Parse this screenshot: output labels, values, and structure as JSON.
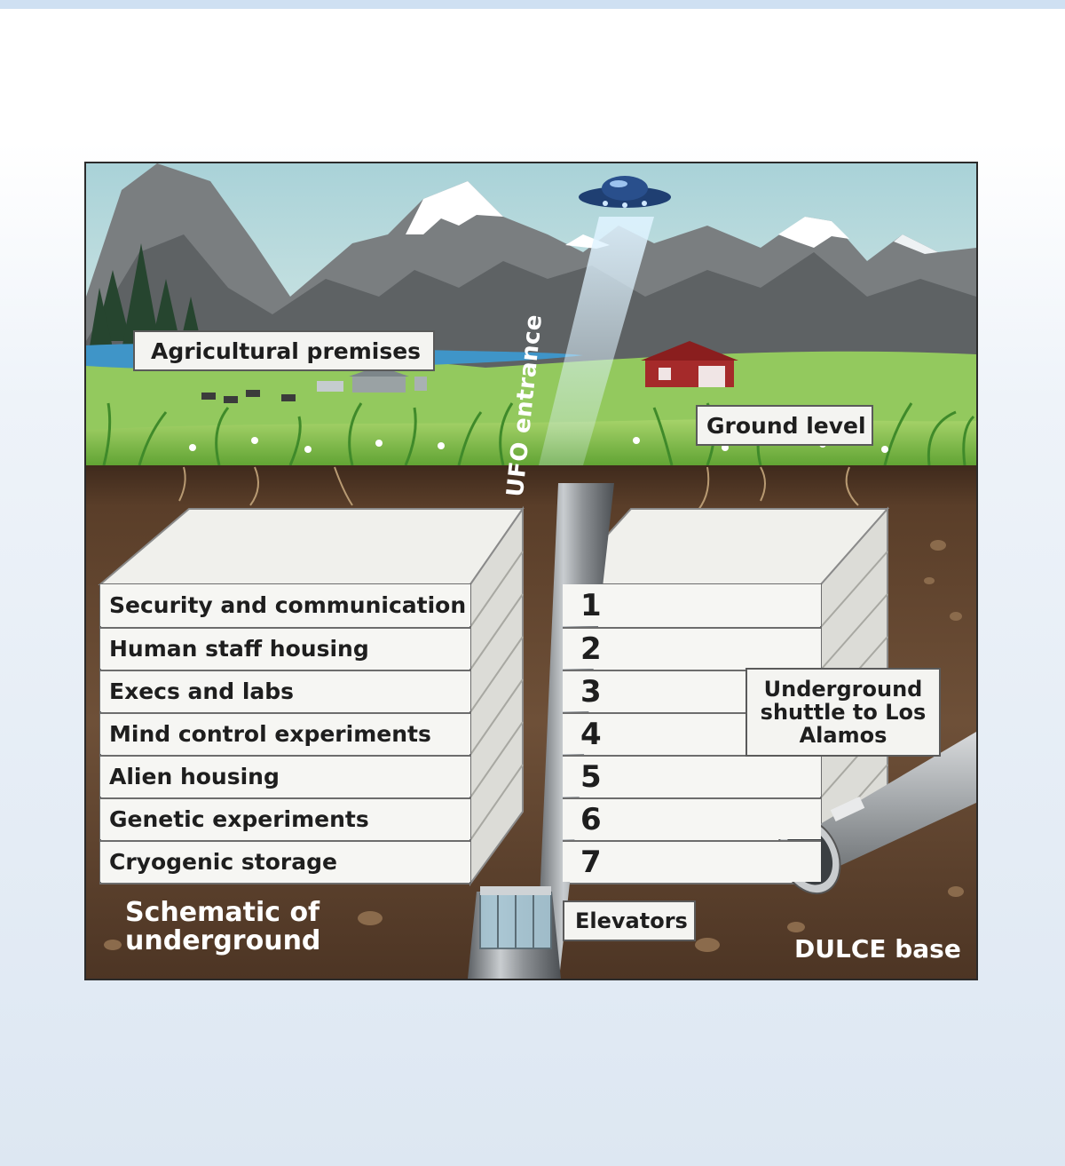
{
  "labels": {
    "agricultural": "Agricultural premises",
    "ground": "Ground level",
    "ufo_entrance": "UFO entrance",
    "shuttle": "Underground shuttle to Los Alamos",
    "elevators": "Elevators",
    "schematic": "Schematic of underground",
    "dulce": "DULCE base"
  },
  "floors": [
    {
      "label": "Security and communication",
      "number": "1"
    },
    {
      "label": "Human staff housing",
      "number": "2"
    },
    {
      "label": "Execs and labs",
      "number": "3"
    },
    {
      "label": "Mind control experiments",
      "number": "4"
    },
    {
      "label": "Alien housing",
      "number": "5"
    },
    {
      "label": "Genetic experiments",
      "number": "6"
    },
    {
      "label": "Cryogenic storage",
      "number": "7"
    }
  ],
  "colors": {
    "sky": "#c9e4e6",
    "mountain": "#6f7375",
    "snow": "#ffffff",
    "grass": "#7fc04a",
    "soil_dark": "#4a3222",
    "soil_light": "#7a5a3e",
    "lake": "#3f95c8",
    "barn": "#a52a2a",
    "floor_face": "#f6f6f3",
    "shaft": "#8a8e92"
  }
}
